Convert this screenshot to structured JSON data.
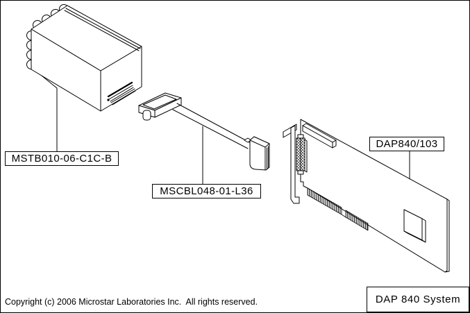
{
  "page": {
    "background": "#ffffff",
    "line_color": "#000000"
  },
  "components": [
    {
      "name": "screw-terminal-board",
      "label": "MSTB010-06-C1C-B"
    },
    {
      "name": "interface-cable",
      "label": "MSCBL048-01-L36"
    },
    {
      "name": "data-acquisition-card",
      "label": "DAP840/103"
    }
  ],
  "title_block": {
    "text": "DAP 840 System"
  },
  "footer": {
    "copyright": "Copyright (c) 2006 Microstar Laboratories Inc.  All rights reserved."
  }
}
